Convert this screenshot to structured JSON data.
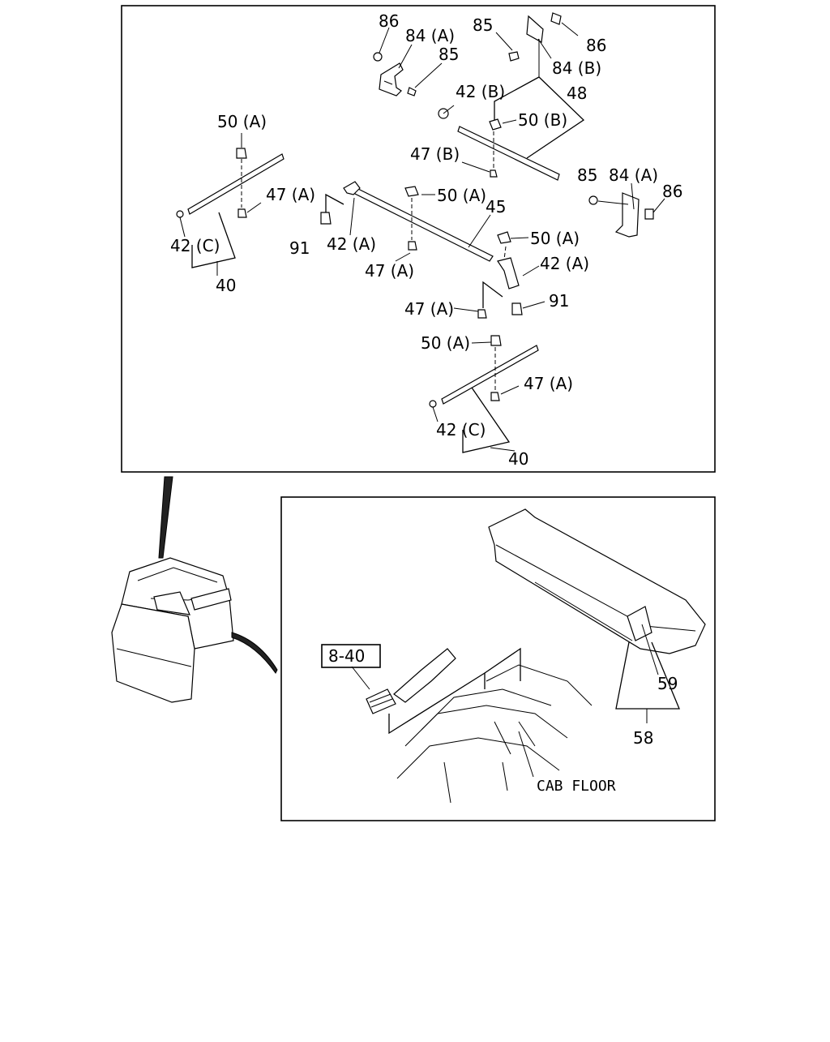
{
  "labels": {
    "top": {
      "l86a": "86",
      "l84a1": "84 (A)",
      "l85a": "85",
      "l85b": "85",
      "l86b": "86",
      "l84b": "84 (B)",
      "l42b": "42 (B)",
      "l48": "48",
      "l50b": "50 (B)",
      "l47b": "47 (B)",
      "l85c": "85",
      "l84a2": "84 (A)",
      "l86c": "86",
      "l50a1": "50 (A)",
      "l47a1": "47 (A)",
      "l42c1": "42 (C)",
      "l40a": "40",
      "l50a2": "50 (A)",
      "l45": "45",
      "l91a": "91",
      "l42a1": "42 (A)",
      "l47a2": "47 (A)",
      "l50a3": "50 (A)",
      "l42a2": "42 (A)",
      "l47a3": "47 (A)",
      "l91b": "91",
      "l50a4": "50 (A)",
      "l47a4": "47 (A)",
      "l42c2": "42 (C)",
      "l40b": "40"
    },
    "bottom": {
      "ref": "8-40",
      "l59": "59",
      "l58": "58",
      "cab_floor": "CAB FLOOR"
    }
  }
}
